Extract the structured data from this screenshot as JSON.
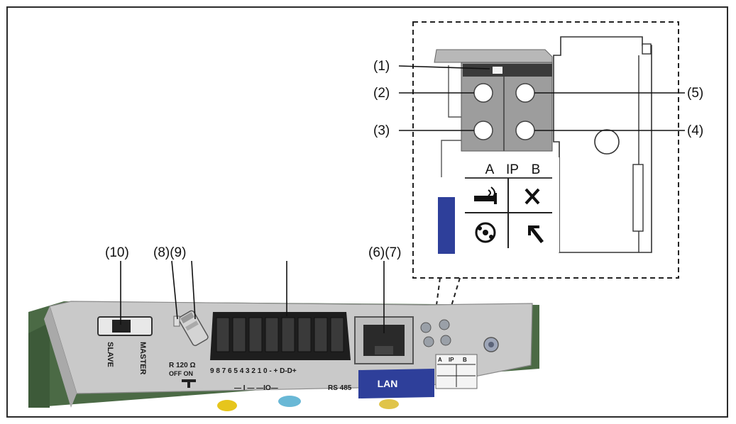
{
  "callouts": {
    "c1": "(1)",
    "c2": "(2)",
    "c3": "(3)",
    "c4": "(4)",
    "c5": "(5)",
    "c67": "(6)(7)",
    "c89": "(8)(9)",
    "c10": "(10)"
  },
  "detail": {
    "col_a": "A",
    "col_ip": "IP",
    "col_b": "B"
  },
  "board": {
    "slave": "SLAVE",
    "master": "MASTER",
    "resistor": "R 120 Ω",
    "off_on": "OFF  ON",
    "rs485": "RS 485",
    "lan": "LAN",
    "pins_top": "9  8  7  6  5  4  3  2  1  0  -  +  D-D+",
    "pins_io": "— I —  —IO—",
    "mini_a": "A",
    "mini_ip": "IP",
    "mini_b": "B"
  },
  "colors": {
    "blue_band": "#2e3f9a",
    "plate": "#c9c9c9",
    "frame": "#2b2b2b"
  }
}
